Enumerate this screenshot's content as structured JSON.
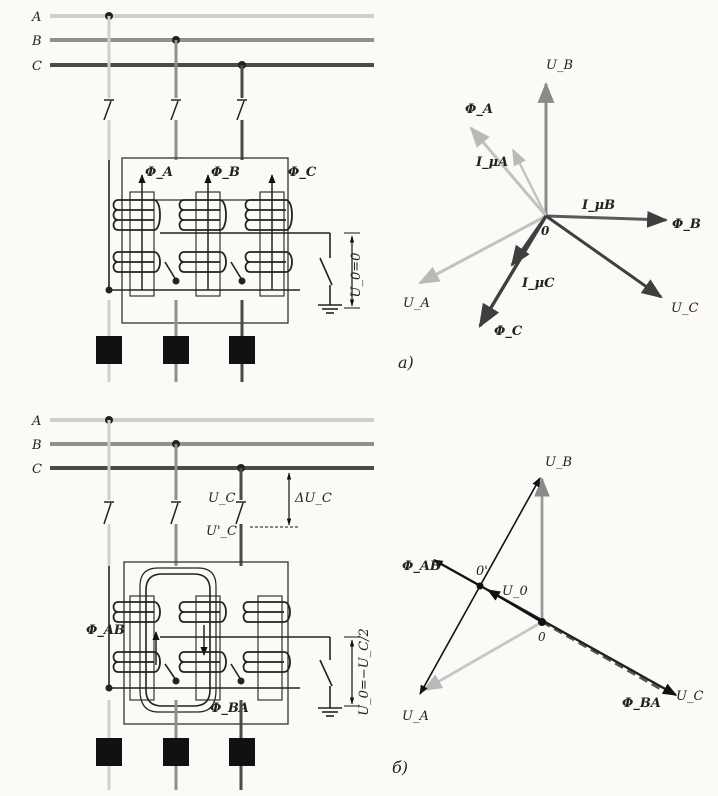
{
  "diagram_a": {
    "bus_labels": [
      "A",
      "B",
      "C"
    ],
    "flux_labels": [
      "Φ_A",
      "Φ_B",
      "Φ_C"
    ],
    "u0_label": "U_0=0",
    "caption": "a)",
    "phasor": {
      "origin_label": "0",
      "labels": {
        "ub": "U_B",
        "phi_a": "Φ_A",
        "i_mu_a": "I_μA",
        "i_mu_b": "I_μB",
        "phi_b": "Φ_B",
        "ua": "U_A",
        "i_mu_c": "I_μC",
        "phi_c": "Φ_C",
        "uc": "U_C"
      }
    }
  },
  "diagram_b": {
    "bus_labels": [
      "A",
      "B",
      "C"
    ],
    "uc_label": "U_C",
    "uc_prime_label": "U'_C",
    "delta_uc_label": "ΔU_C",
    "phi_ab_label": "Φ_AB",
    "phi_ba_label": "Φ_BA",
    "u0_label": "U_0=−U_C/2",
    "caption": "б)",
    "phasor": {
      "labels": {
        "ub": "U_B",
        "phi_ab": "Φ_AB",
        "o_prime": "0'",
        "u0": "U_0",
        "o": "0",
        "ua": "U_A",
        "phi_ba": "Φ_BA",
        "uc": "U_C"
      }
    }
  },
  "colors": {
    "line_a": "#cfcfcf",
    "line_b": "#8f8f8f",
    "line_c": "#4a4a4a",
    "ink": "#222222"
  }
}
